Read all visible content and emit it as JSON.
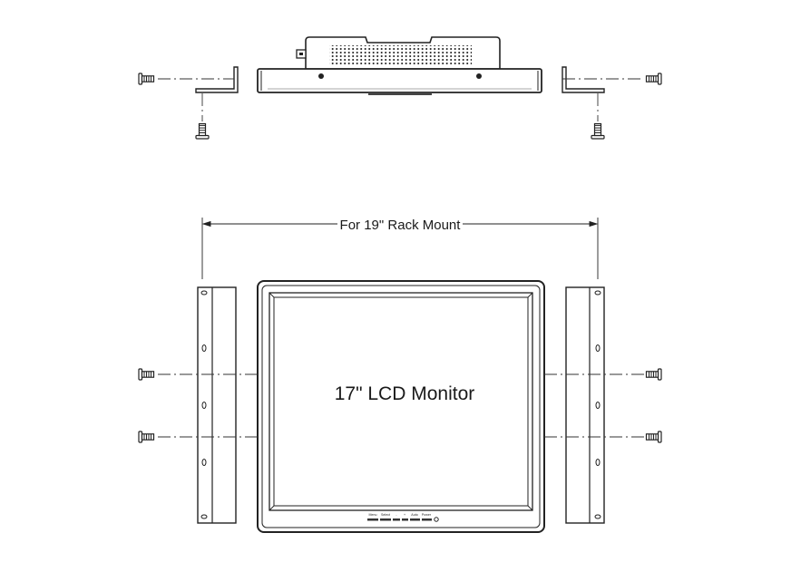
{
  "diagram": {
    "rack_label": "For 19\" Rack Mount",
    "monitor_label": "17\" LCD Monitor",
    "buttons": [
      "Menu",
      "Select",
      "-",
      "+",
      "Auto",
      "Power"
    ]
  }
}
